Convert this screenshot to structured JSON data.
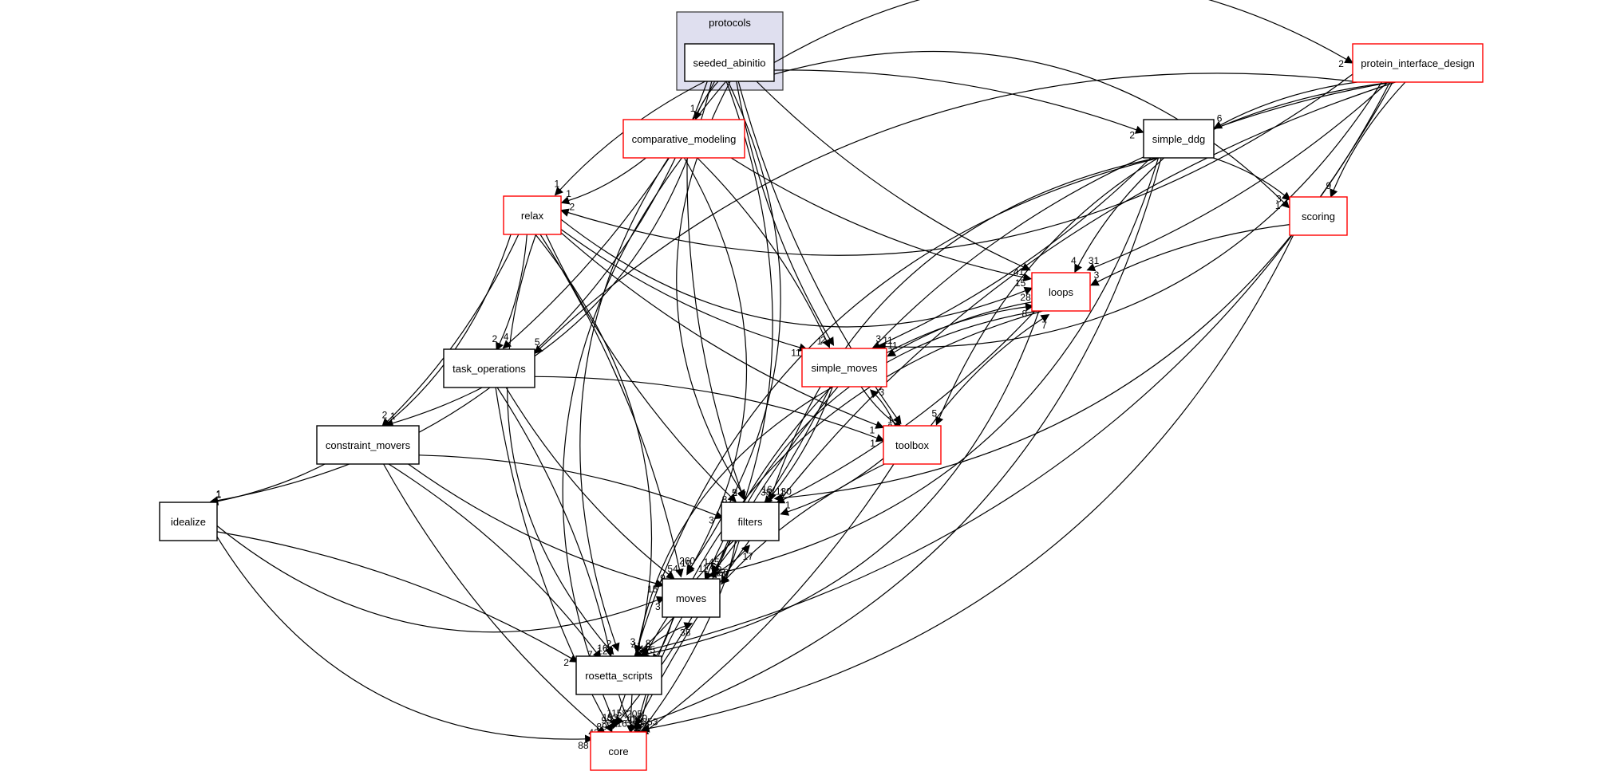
{
  "title": "seeded_abinitio directory dependency graph",
  "cluster": {
    "label": "protocols",
    "fill": "#dfdfef",
    "stroke": "#333333"
  },
  "colors": {
    "normal_border": "#000000",
    "truncated_border": "#ff0000",
    "focus_fill": "#eeeeff"
  },
  "nodes": [
    {
      "id": "seeded_abinitio",
      "label": "seeded_abinitio",
      "kind": "focus"
    },
    {
      "id": "protein_interface_design",
      "label": "protein_interface_design",
      "kind": "truncated"
    },
    {
      "id": "comparative_modeling",
      "label": "comparative_modeling",
      "kind": "truncated"
    },
    {
      "id": "simple_ddg",
      "label": "simple_ddg",
      "kind": "normal"
    },
    {
      "id": "relax",
      "label": "relax",
      "kind": "truncated"
    },
    {
      "id": "scoring",
      "label": "scoring",
      "kind": "truncated"
    },
    {
      "id": "loops",
      "label": "loops",
      "kind": "truncated"
    },
    {
      "id": "task_operations",
      "label": "task_operations",
      "kind": "normal"
    },
    {
      "id": "simple_moves",
      "label": "simple_moves",
      "kind": "truncated"
    },
    {
      "id": "constraint_movers",
      "label": "constraint_movers",
      "kind": "normal"
    },
    {
      "id": "toolbox",
      "label": "toolbox",
      "kind": "truncated"
    },
    {
      "id": "idealize",
      "label": "idealize",
      "kind": "normal"
    },
    {
      "id": "filters",
      "label": "filters",
      "kind": "normal"
    },
    {
      "id": "moves",
      "label": "moves",
      "kind": "normal"
    },
    {
      "id": "rosetta_scripts",
      "label": "rosetta_scripts",
      "kind": "normal"
    },
    {
      "id": "core",
      "label": "core",
      "kind": "truncated"
    }
  ],
  "edges": [
    {
      "from": "seeded_abinitio",
      "to": "protein_interface_design",
      "label": "2"
    },
    {
      "from": "seeded_abinitio",
      "to": "comparative_modeling",
      "label": "1"
    },
    {
      "from": "seeded_abinitio",
      "to": "simple_ddg",
      "label": "2"
    },
    {
      "from": "seeded_abinitio",
      "to": "relax",
      "label": "1"
    },
    {
      "from": "seeded_abinitio",
      "to": "scoring",
      "label": "1"
    },
    {
      "from": "seeded_abinitio",
      "to": "loops",
      "label": "41"
    },
    {
      "from": "seeded_abinitio",
      "to": "task_operations",
      "label": "4"
    },
    {
      "from": "seeded_abinitio",
      "to": "simple_moves",
      "label": "2"
    },
    {
      "from": "seeded_abinitio",
      "to": "constraint_movers",
      "label": "1"
    },
    {
      "from": "seeded_abinitio",
      "to": "toolbox",
      "label": "1"
    },
    {
      "from": "seeded_abinitio",
      "to": "idealize",
      "label": "1"
    },
    {
      "from": "seeded_abinitio",
      "to": "filters",
      "label": "5"
    },
    {
      "from": "seeded_abinitio",
      "to": "moves",
      "label": "260"
    },
    {
      "from": "seeded_abinitio",
      "to": "rosetta_scripts",
      "label": "2"
    },
    {
      "from": "seeded_abinitio",
      "to": "core",
      "label": "1158"
    },
    {
      "from": "protein_interface_design",
      "to": "simple_ddg",
      "label": "6"
    },
    {
      "from": "protein_interface_design",
      "to": "relax",
      "label": "2"
    },
    {
      "from": "protein_interface_design",
      "to": "scoring",
      "label": "9"
    },
    {
      "from": "protein_interface_design",
      "to": "loops",
      "label": "31"
    },
    {
      "from": "protein_interface_design",
      "to": "task_operations",
      "label": "5"
    },
    {
      "from": "protein_interface_design",
      "to": "simple_moves",
      "label": "11"
    },
    {
      "from": "protein_interface_design",
      "to": "toolbox",
      "label": "5"
    },
    {
      "from": "protein_interface_design",
      "to": "filters",
      "label": "130"
    },
    {
      "from": "protein_interface_design",
      "to": "moves",
      "label": "145"
    },
    {
      "from": "protein_interface_design",
      "to": "rosetta_scripts",
      "label": "8"
    },
    {
      "from": "protein_interface_design",
      "to": "core",
      "label": "205"
    },
    {
      "from": "comparative_modeling",
      "to": "relax",
      "label": "1"
    },
    {
      "from": "comparative_modeling",
      "to": "loops",
      "label": "15"
    },
    {
      "from": "comparative_modeling",
      "to": "simple_moves",
      "label": "1"
    },
    {
      "from": "comparative_modeling",
      "to": "filters",
      "label": "2"
    },
    {
      "from": "comparative_modeling",
      "to": "moves",
      "label": "10"
    },
    {
      "from": "comparative_modeling",
      "to": "core",
      "label": "99"
    },
    {
      "from": "simple_ddg",
      "to": "scoring",
      "label": "3"
    },
    {
      "from": "simple_ddg",
      "to": "loops",
      "label": "4"
    },
    {
      "from": "simple_ddg",
      "to": "simple_moves",
      "label": "3"
    },
    {
      "from": "simple_ddg",
      "to": "filters",
      "label": "16"
    },
    {
      "from": "simple_ddg",
      "to": "moves",
      "label": "65"
    },
    {
      "from": "simple_ddg",
      "to": "rosetta_scripts",
      "label": "3"
    },
    {
      "from": "simple_ddg",
      "to": "core",
      "label": "150"
    },
    {
      "from": "relax",
      "to": "loops",
      "label": "28"
    },
    {
      "from": "relax",
      "to": "task_operations",
      "label": "2"
    },
    {
      "from": "relax",
      "to": "simple_moves",
      "label": "11"
    },
    {
      "from": "relax",
      "to": "constraint_movers",
      "label": "2"
    },
    {
      "from": "relax",
      "to": "toolbox",
      "label": "1"
    },
    {
      "from": "relax",
      "to": "idealize",
      "label": "1"
    },
    {
      "from": "relax",
      "to": "filters",
      "label": "8"
    },
    {
      "from": "relax",
      "to": "moves",
      "label": "54"
    },
    {
      "from": "relax",
      "to": "rosetta_scripts",
      "label": "12"
    },
    {
      "from": "relax",
      "to": "core",
      "label": "153"
    },
    {
      "from": "scoring",
      "to": "loops",
      "label": "3"
    },
    {
      "from": "scoring",
      "to": "core",
      "label": "353"
    },
    {
      "from": "loops",
      "to": "simple_moves",
      "label": "11"
    },
    {
      "from": "loops",
      "to": "filters",
      "label": "1"
    },
    {
      "from": "loops",
      "to": "moves",
      "label": "75"
    },
    {
      "from": "loops",
      "to": "rosetta_scripts",
      "label": "6"
    },
    {
      "from": "loops",
      "to": "core",
      "label": "209"
    },
    {
      "from": "task_operations",
      "to": "toolbox",
      "label": "1"
    },
    {
      "from": "task_operations",
      "to": "moves",
      "label": "9"
    },
    {
      "from": "task_operations",
      "to": "rosetta_scripts",
      "label": "16"
    },
    {
      "from": "task_operations",
      "to": "core",
      "label": "89"
    },
    {
      "from": "simple_moves",
      "to": "loops",
      "label": "8"
    },
    {
      "from": "simple_moves",
      "to": "toolbox",
      "label": "2"
    },
    {
      "from": "simple_moves",
      "to": "filters",
      "label": "38"
    },
    {
      "from": "simple_moves",
      "to": "moves",
      "label": "11"
    },
    {
      "from": "simple_moves",
      "to": "rosetta_scripts",
      "label": "41"
    },
    {
      "from": "simple_moves",
      "to": "core",
      "label": "163"
    },
    {
      "from": "constraint_movers",
      "to": "filters",
      "label": "3"
    },
    {
      "from": "constraint_movers",
      "to": "moves",
      "label": "15"
    },
    {
      "from": "constraint_movers",
      "to": "rosetta_scripts",
      "label": "7"
    },
    {
      "from": "constraint_movers",
      "to": "core",
      "label": "42"
    },
    {
      "from": "toolbox",
      "to": "loops",
      "label": "7"
    },
    {
      "from": "toolbox",
      "to": "simple_moves",
      "label": "3"
    },
    {
      "from": "toolbox",
      "to": "filters",
      "label": "1"
    },
    {
      "from": "toolbox",
      "to": "moves",
      "label": "60"
    },
    {
      "from": "toolbox",
      "to": "core",
      "label": "34"
    },
    {
      "from": "idealize",
      "to": "moves",
      "label": "3"
    },
    {
      "from": "idealize",
      "to": "rosetta_scripts",
      "label": "2"
    },
    {
      "from": "idealize",
      "to": "core",
      "label": "88"
    },
    {
      "from": "filters",
      "to": "moves",
      "label": "17"
    },
    {
      "from": "filters",
      "to": "rosetta_scripts",
      "label": "4"
    },
    {
      "from": "filters",
      "to": "core",
      "label": "93"
    },
    {
      "from": "moves",
      "to": "filters",
      "label": "17"
    },
    {
      "from": "moves",
      "to": "rosetta_scripts",
      "label": "5"
    },
    {
      "from": "moves",
      "to": "core",
      "label": "92"
    },
    {
      "from": "rosetta_scripts",
      "to": "moves",
      "label": "38"
    },
    {
      "from": "rosetta_scripts",
      "to": "core",
      "label": "100"
    }
  ]
}
